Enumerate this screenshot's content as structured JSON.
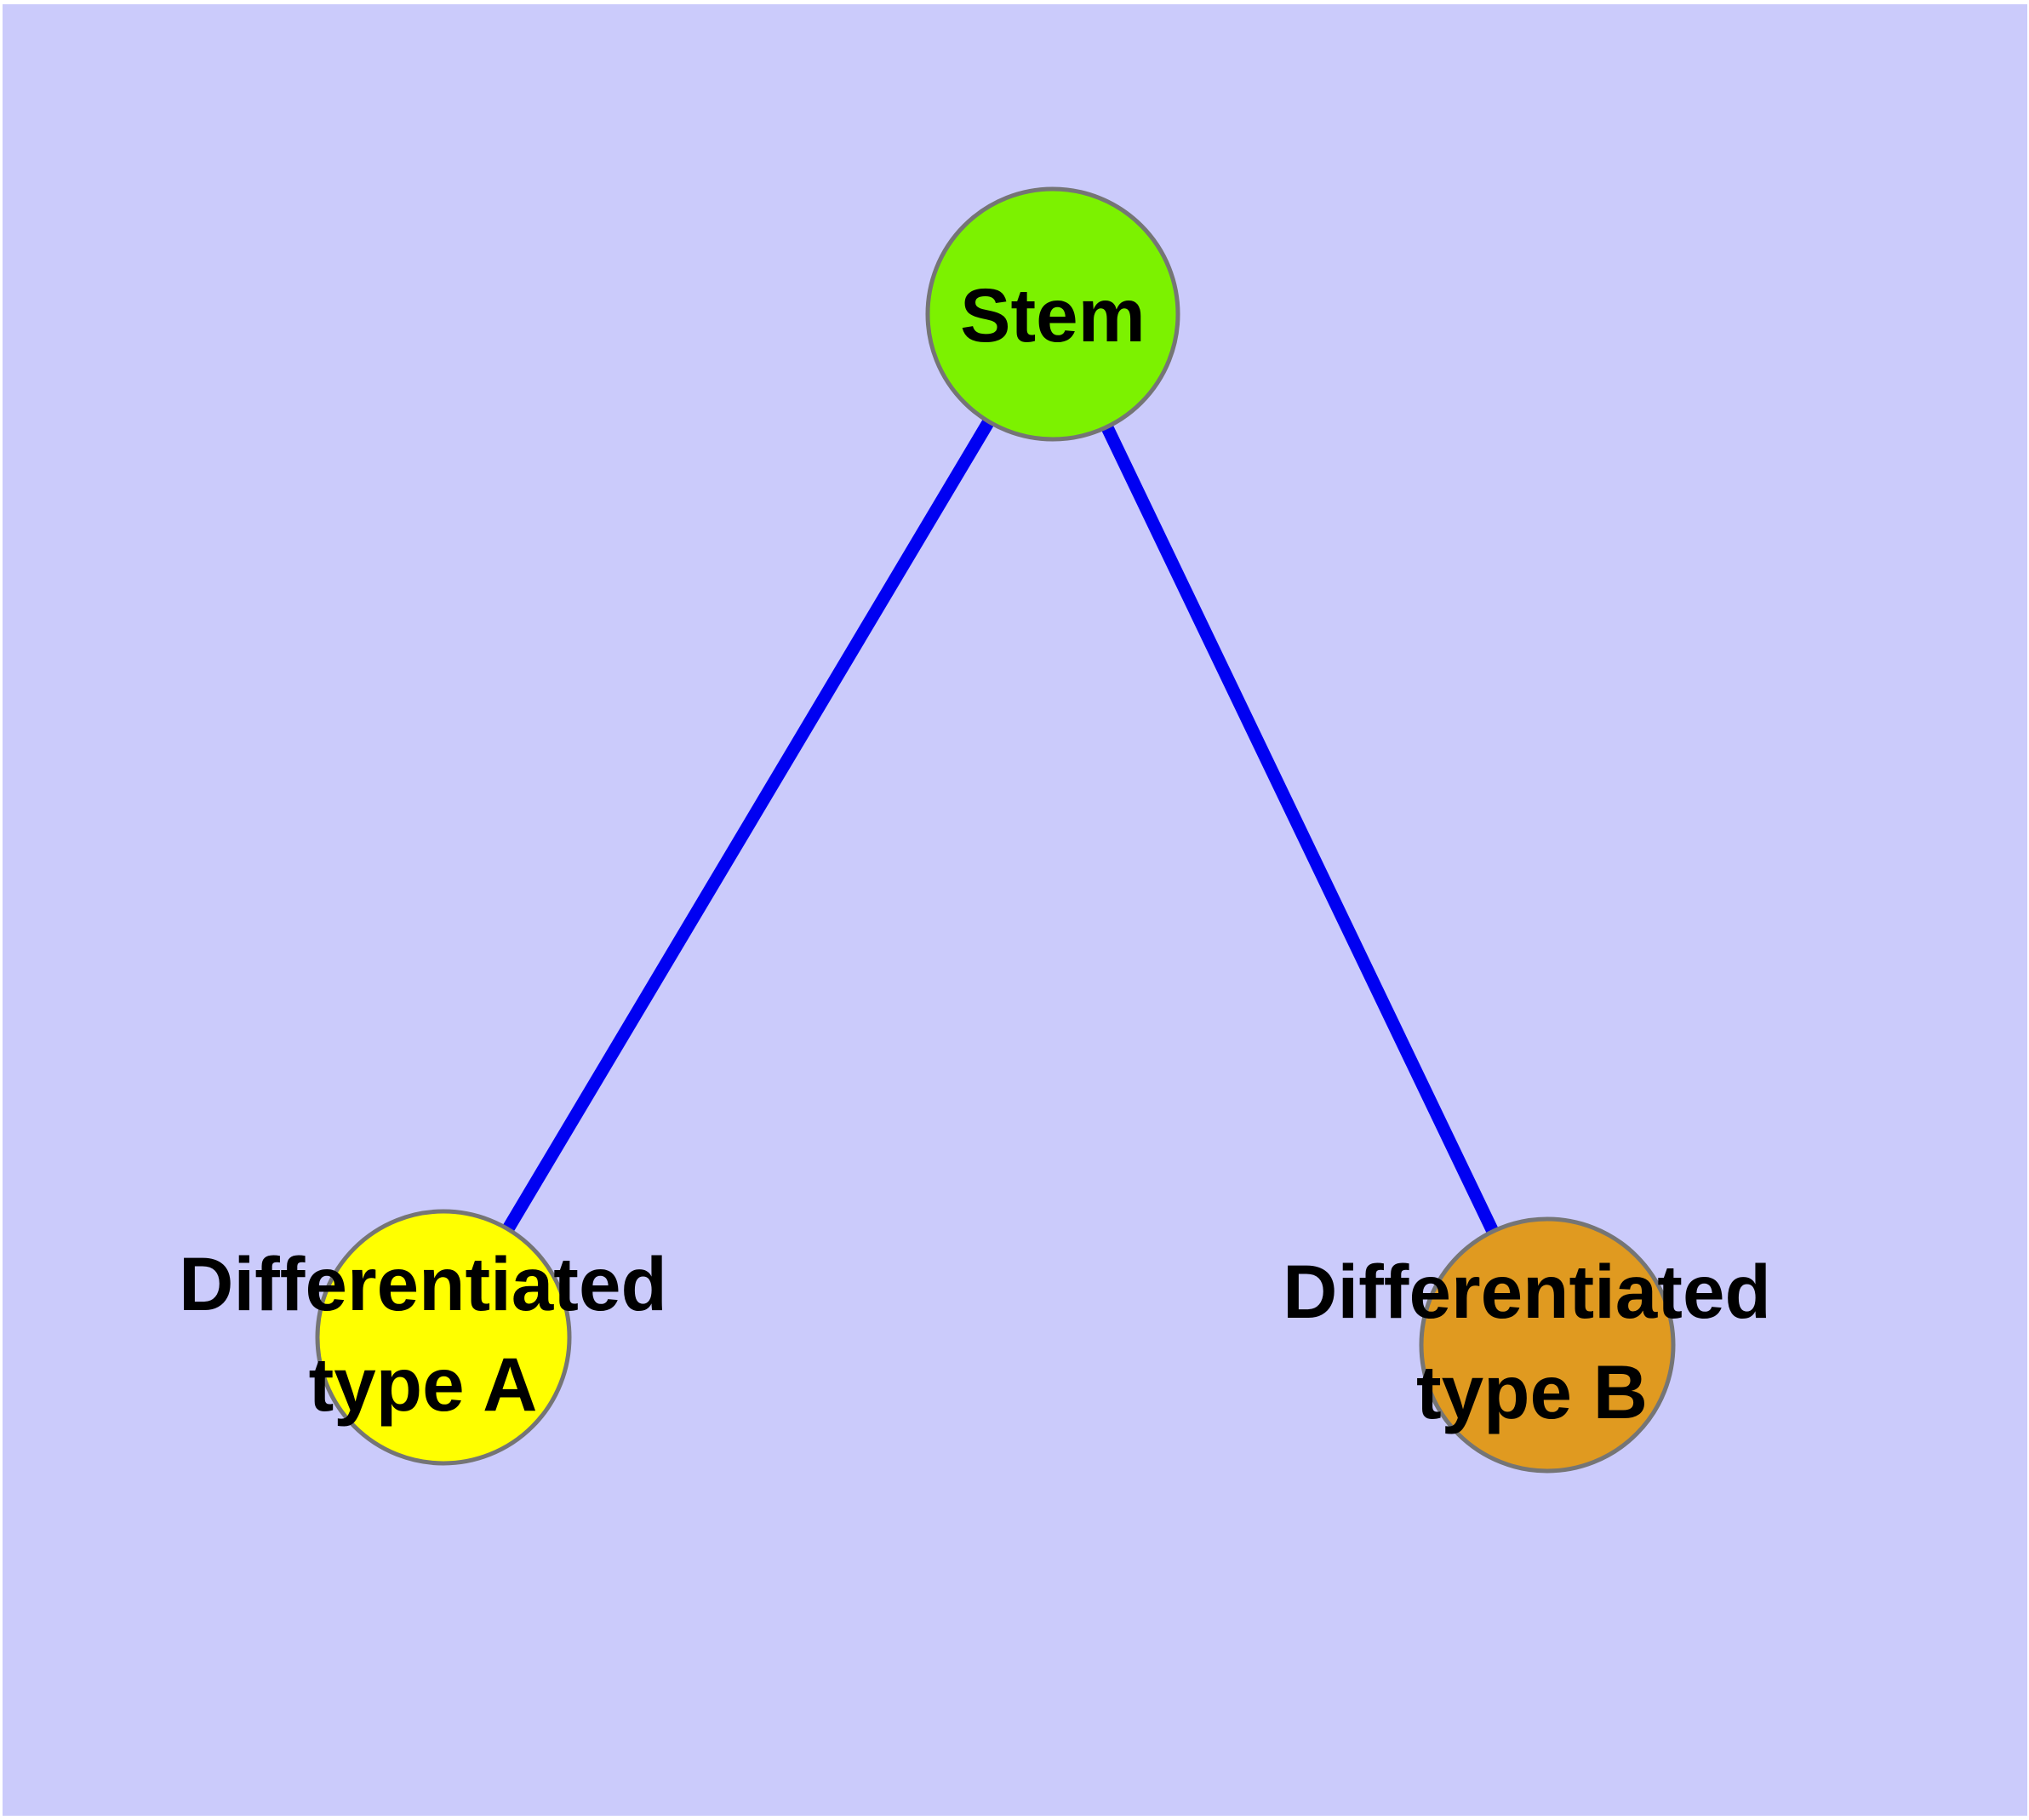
{
  "diagram": {
    "description": "Cell differentiation graph: one stem node branching to two differentiated cell-type nodes",
    "background_color": "#CBCBFB",
    "frame_color": "#FFFFFF",
    "edge_color": "#0000F2",
    "node_border_color": "#757575",
    "label_color": "#000000",
    "nodes": [
      {
        "id": "stem",
        "label": "Stem",
        "color": "#7CF200"
      },
      {
        "id": "type-a",
        "label_line1": "Differentiated",
        "label_line2": "type A",
        "color": "#FFFF00"
      },
      {
        "id": "type-b",
        "label_line1": "Differentiated",
        "label_line2": "type B",
        "color": "#E09A20"
      }
    ],
    "edges": [
      {
        "from": "Stem",
        "to": "Differentiated type A"
      },
      {
        "from": "Stem",
        "to": "Differentiated type B"
      }
    ]
  }
}
